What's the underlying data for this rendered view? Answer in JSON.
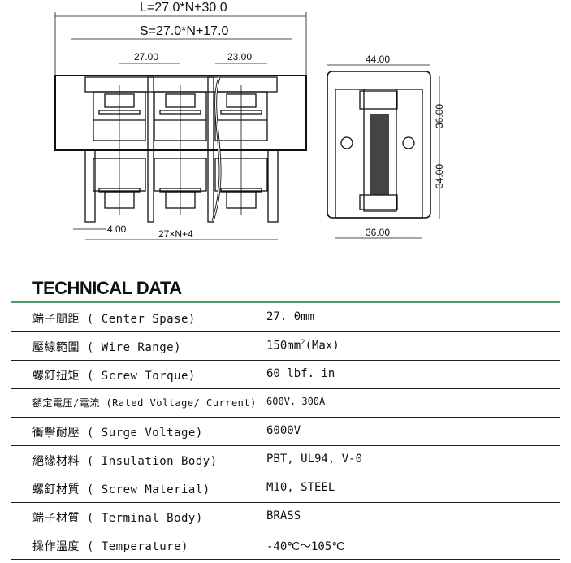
{
  "drawing": {
    "dim_L": "L=27.0*N+30.0",
    "dim_S": "S=27.0*N+17.0",
    "dim_pitch": "27.00",
    "dim_23": "23.00",
    "dim_4": "4.00",
    "dim_bottom": "27×N+4",
    "side_width_top": "44.00",
    "side_width_bottom": "36.00",
    "side_h_top": "36.00",
    "side_h_bottom": "34.00"
  },
  "section_title": "TECHNICAL DATA",
  "rows": [
    {
      "label": "端子間距 ( Center Spase)",
      "value": "27. 0mm"
    },
    {
      "label": "壓線範圍 ( Wire Range)",
      "value": "150mm",
      "sup": "2",
      "suffix": "(Max)"
    },
    {
      "label": "螺釘扭矩 ( Screw Torque)",
      "value": "60 lbf. in"
    },
    {
      "label": "額定電压/電流 (Rated Voltage/ Current)",
      "value": "600V, 300A"
    },
    {
      "label": "衝擊耐壓 ( Surge Voltage)",
      "value": "6000V"
    },
    {
      "label": "絕緣材料 ( Insulation Body)",
      "value": "PBT, UL94, V-0"
    },
    {
      "label": "螺釘材質 ( Screw Material)",
      "value": "M10, STEEL"
    },
    {
      "label": "端子材質 ( Terminal Body)",
      "value": "BRASS"
    },
    {
      "label": "操作溫度 ( Temperature)",
      "value": "-40℃～105℃"
    }
  ]
}
